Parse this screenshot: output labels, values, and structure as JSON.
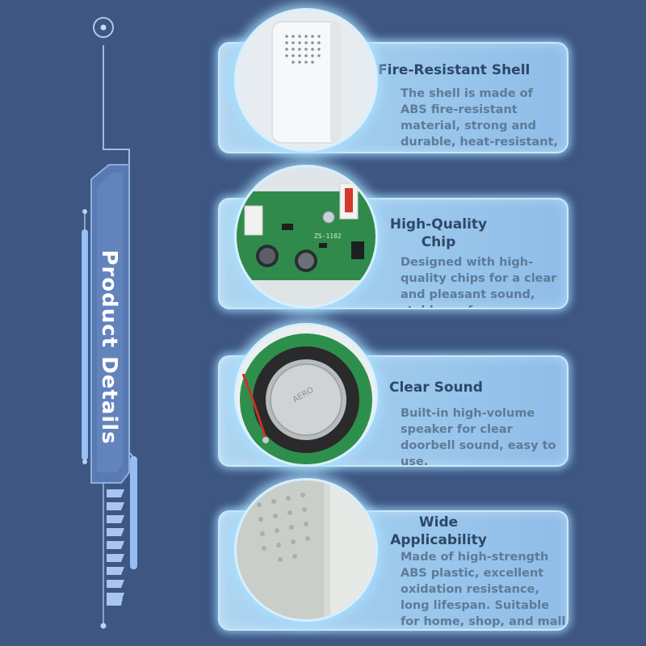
{
  "side_title": "Product Details",
  "features": [
    {
      "icon": "speaker-shell-photo",
      "title": "Fire-Resistant Shell",
      "description": "The shell is made of ABS fire-resistant material, strong and durable, heat-resistant, and long-lasting."
    },
    {
      "icon": "circuit-board-photo",
      "title": "High-Quality Chip",
      "description": "Designed with high-quality chips for a clear and pleasant sound, stable performance."
    },
    {
      "icon": "speaker-photo",
      "title": "Clear Sound",
      "description": "Built-in high-volume speaker for clear doorbell sound, easy to use."
    },
    {
      "icon": "abs-plastic-closeup-photo",
      "title": "Wide Applicability",
      "description": "Made of high-strength ABS plastic, excellent oxidation resistance, long lifespan. Suitable for home, shop, and mall access control systems."
    }
  ],
  "colors": {
    "background": "#3d5682",
    "card": "#a6d0f0",
    "glow": "#c9e9ff",
    "title_text": "#2d4868",
    "body_text": "#5d7b98"
  }
}
